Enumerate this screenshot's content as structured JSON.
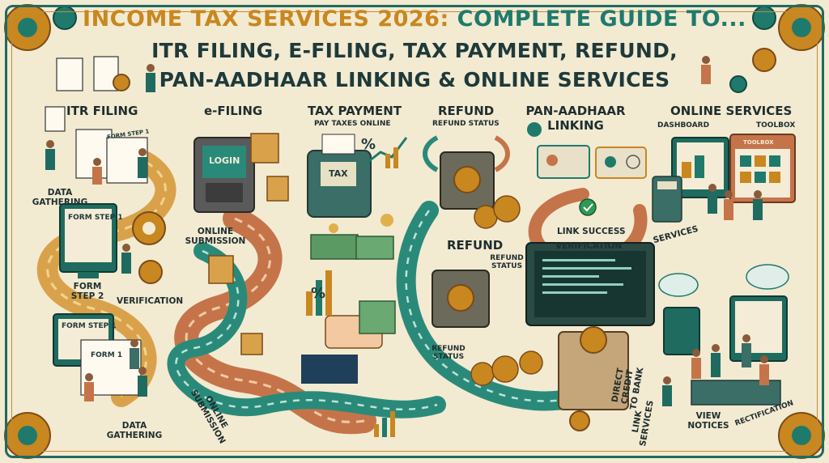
{
  "title": {
    "line1_gold": "INCOME TAX SERVICES 2026:",
    "line1_teal": "COMPLETE GUIDE TO...",
    "line2": "ITR FILING, E-FILING, TAX PAYMENT, REFUND,",
    "line3": "PAN-AADHAAR LINKING & ONLINE SERVICES"
  },
  "sections": {
    "itr_filing": "ITR FILING",
    "e_filing": "e-FILING",
    "tax_payment": "TAX PAYMENT",
    "refund": "REFUND",
    "pan_aadhaar_line1": "PAN-AADHAAR",
    "pan_aadhaar_line2": "LINKING",
    "online_services": "ONLINE SERVICES"
  },
  "labels": {
    "pay_taxes_online": "PAY TAXES ONLINE",
    "refund_status_top": "REFUND STATUS",
    "dashboard": "DASHBOARD",
    "toolbox": "TOOLBOX",
    "data_gathering_top_line1": "DATA",
    "data_gathering_top_line2": "GATHERING",
    "online_submission_top_line1": "ONLINE",
    "online_submission_top_line2": "SUBMISSION",
    "form_step_2_line1": "FORM",
    "form_step_2_line2": "STEP 2",
    "verification_left": "VERIFICATION",
    "refund_mid": "REFUND",
    "refund_status_mid_line1": "REFUND",
    "refund_status_mid_line2": "STATUS",
    "link_success": "LINK SUCCESS",
    "verification_right": "VERIFICATION",
    "services": "SERVICES",
    "refund_status_low_line1": "REFUND",
    "refund_status_low_line2": "STATUS",
    "direct_credit_line1": "DIRECT",
    "direct_credit_line2": "CREDIT",
    "direct_credit_line3": "TO BANK",
    "link_services_line1": "LINK",
    "link_services_line2": "SERVICES",
    "view_notices_line1": "VIEW",
    "view_notices_line2": "NOTICES",
    "rectification": "RECTIFICATION",
    "data_gathering_bottom_line1": "DATA",
    "data_gathering_bottom_line2": "GATHERING",
    "online_submission_bottom_line1": "ONLINE",
    "online_submission_bottom_line2": "SUBMISSION"
  },
  "screens": {
    "form_step_1_top": "FORM STEP 1",
    "form_step_1_mid": "FORM STEP 1",
    "form_step_1_low": "FORM STEP 1",
    "form_1": "FORM 1",
    "login": "LOGIN",
    "tax": "TAX",
    "toolbox_screen": "TOOLBOX"
  },
  "icons": {
    "currency": "rupee-symbol",
    "gear": "gear-icon",
    "check": "check-icon",
    "percent": "percent-symbol",
    "fingerprint": "fingerprint-icon",
    "cloud": "cloud-icon"
  },
  "colors": {
    "teal": "#1f7a6c",
    "gold": "#c9871f",
    "terracotta": "#c5744a",
    "cream": "#f3ead2",
    "dark": "#1e3a3a"
  }
}
